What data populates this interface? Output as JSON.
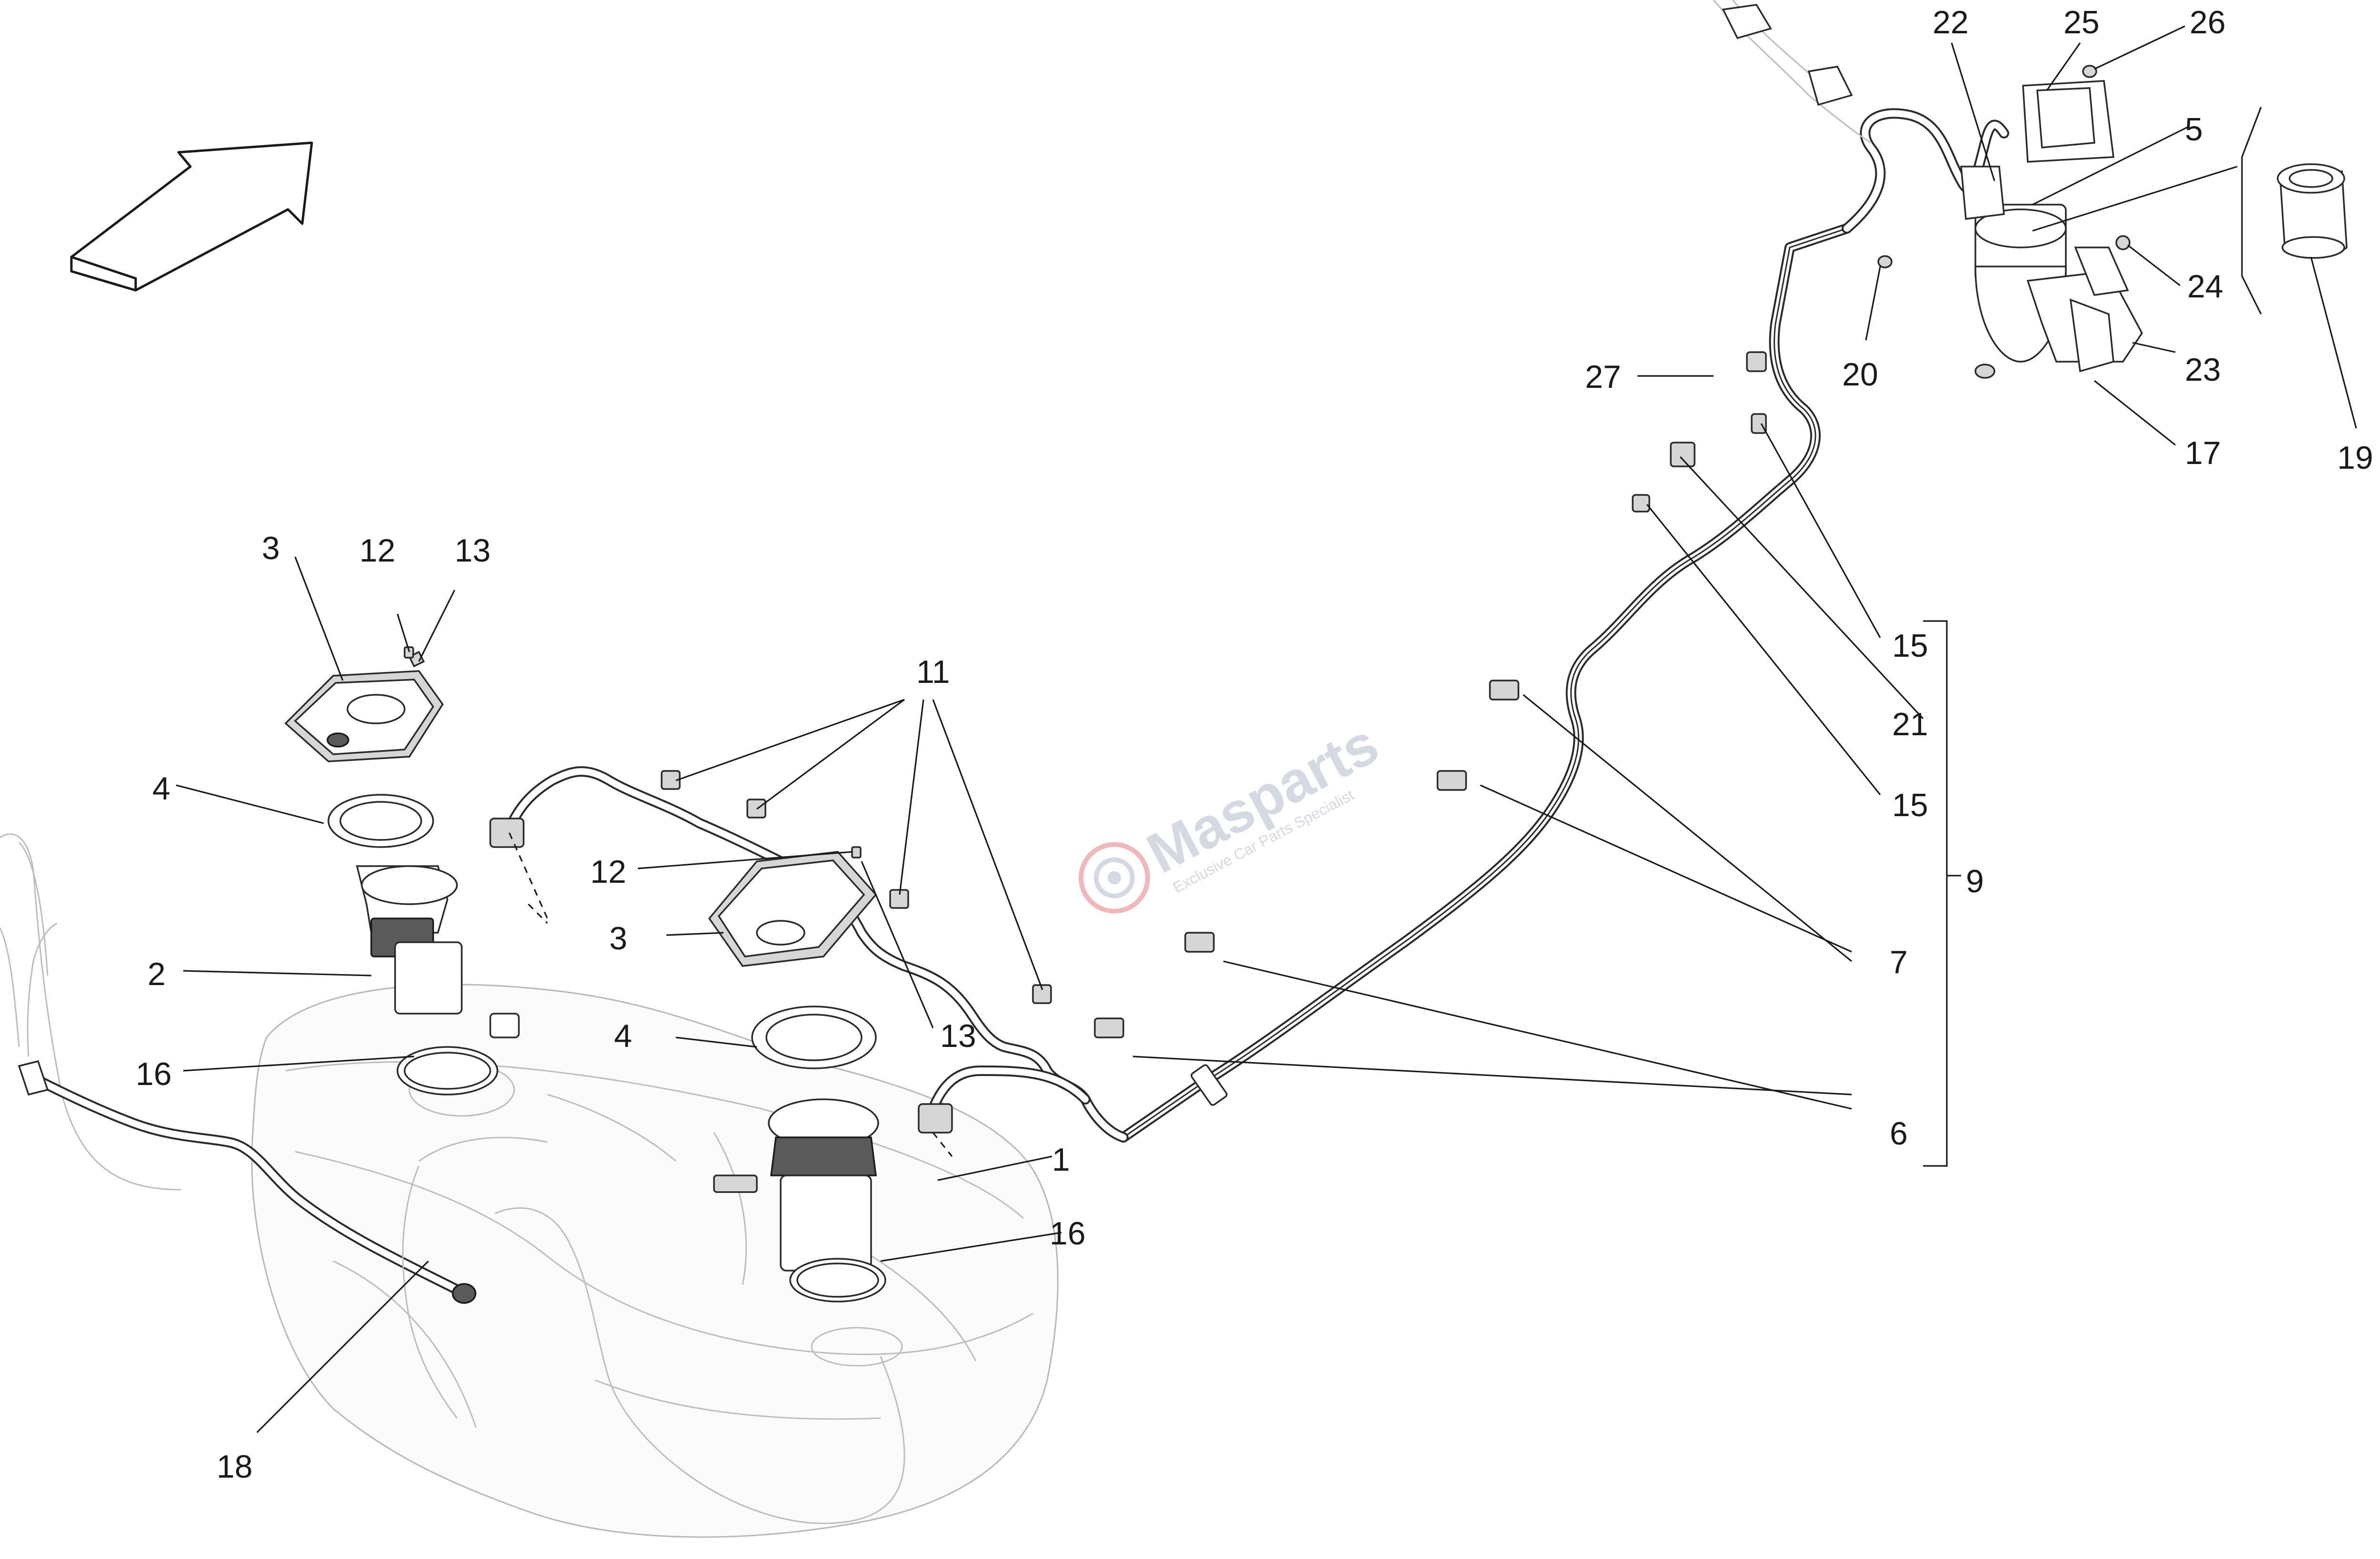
{
  "callouts": [
    {
      "id": "c1",
      "text": "1"
    },
    {
      "id": "c2",
      "text": "2"
    },
    {
      "id": "c3a",
      "text": "3"
    },
    {
      "id": "c3b",
      "text": "3"
    },
    {
      "id": "c4a",
      "text": "4"
    },
    {
      "id": "c4b",
      "text": "4"
    },
    {
      "id": "c5",
      "text": "5"
    },
    {
      "id": "c6",
      "text": "6"
    },
    {
      "id": "c7",
      "text": "7"
    },
    {
      "id": "c9",
      "text": "9"
    },
    {
      "id": "c11",
      "text": "11"
    },
    {
      "id": "c12a",
      "text": "12"
    },
    {
      "id": "c12b",
      "text": "12"
    },
    {
      "id": "c13a",
      "text": "13"
    },
    {
      "id": "c13b",
      "text": "13"
    },
    {
      "id": "c15a",
      "text": "15"
    },
    {
      "id": "c15b",
      "text": "15"
    },
    {
      "id": "c16a",
      "text": "16"
    },
    {
      "id": "c16b",
      "text": "16"
    },
    {
      "id": "c17",
      "text": "17"
    },
    {
      "id": "c18",
      "text": "18"
    },
    {
      "id": "c19",
      "text": "19"
    },
    {
      "id": "c20",
      "text": "20"
    },
    {
      "id": "c21",
      "text": "21"
    },
    {
      "id": "c22",
      "text": "22"
    },
    {
      "id": "c23",
      "text": "23"
    },
    {
      "id": "c24",
      "text": "24"
    },
    {
      "id": "c25",
      "text": "25"
    },
    {
      "id": "c26",
      "text": "26"
    },
    {
      "id": "c27",
      "text": "27"
    }
  ],
  "watermark": {
    "brand": "Masparts",
    "tagline": "Exclusive Car Parts Specialist"
  },
  "colors": {
    "line": "#1a1a1a",
    "ghost": "#bdbdbd",
    "watermark": "#d4d9e2",
    "watermark_logo": "#f0b8b8"
  },
  "icons": {
    "orientation_arrow": "direction-arrow-icon",
    "watermark_logo": "gear-logo-icon"
  }
}
